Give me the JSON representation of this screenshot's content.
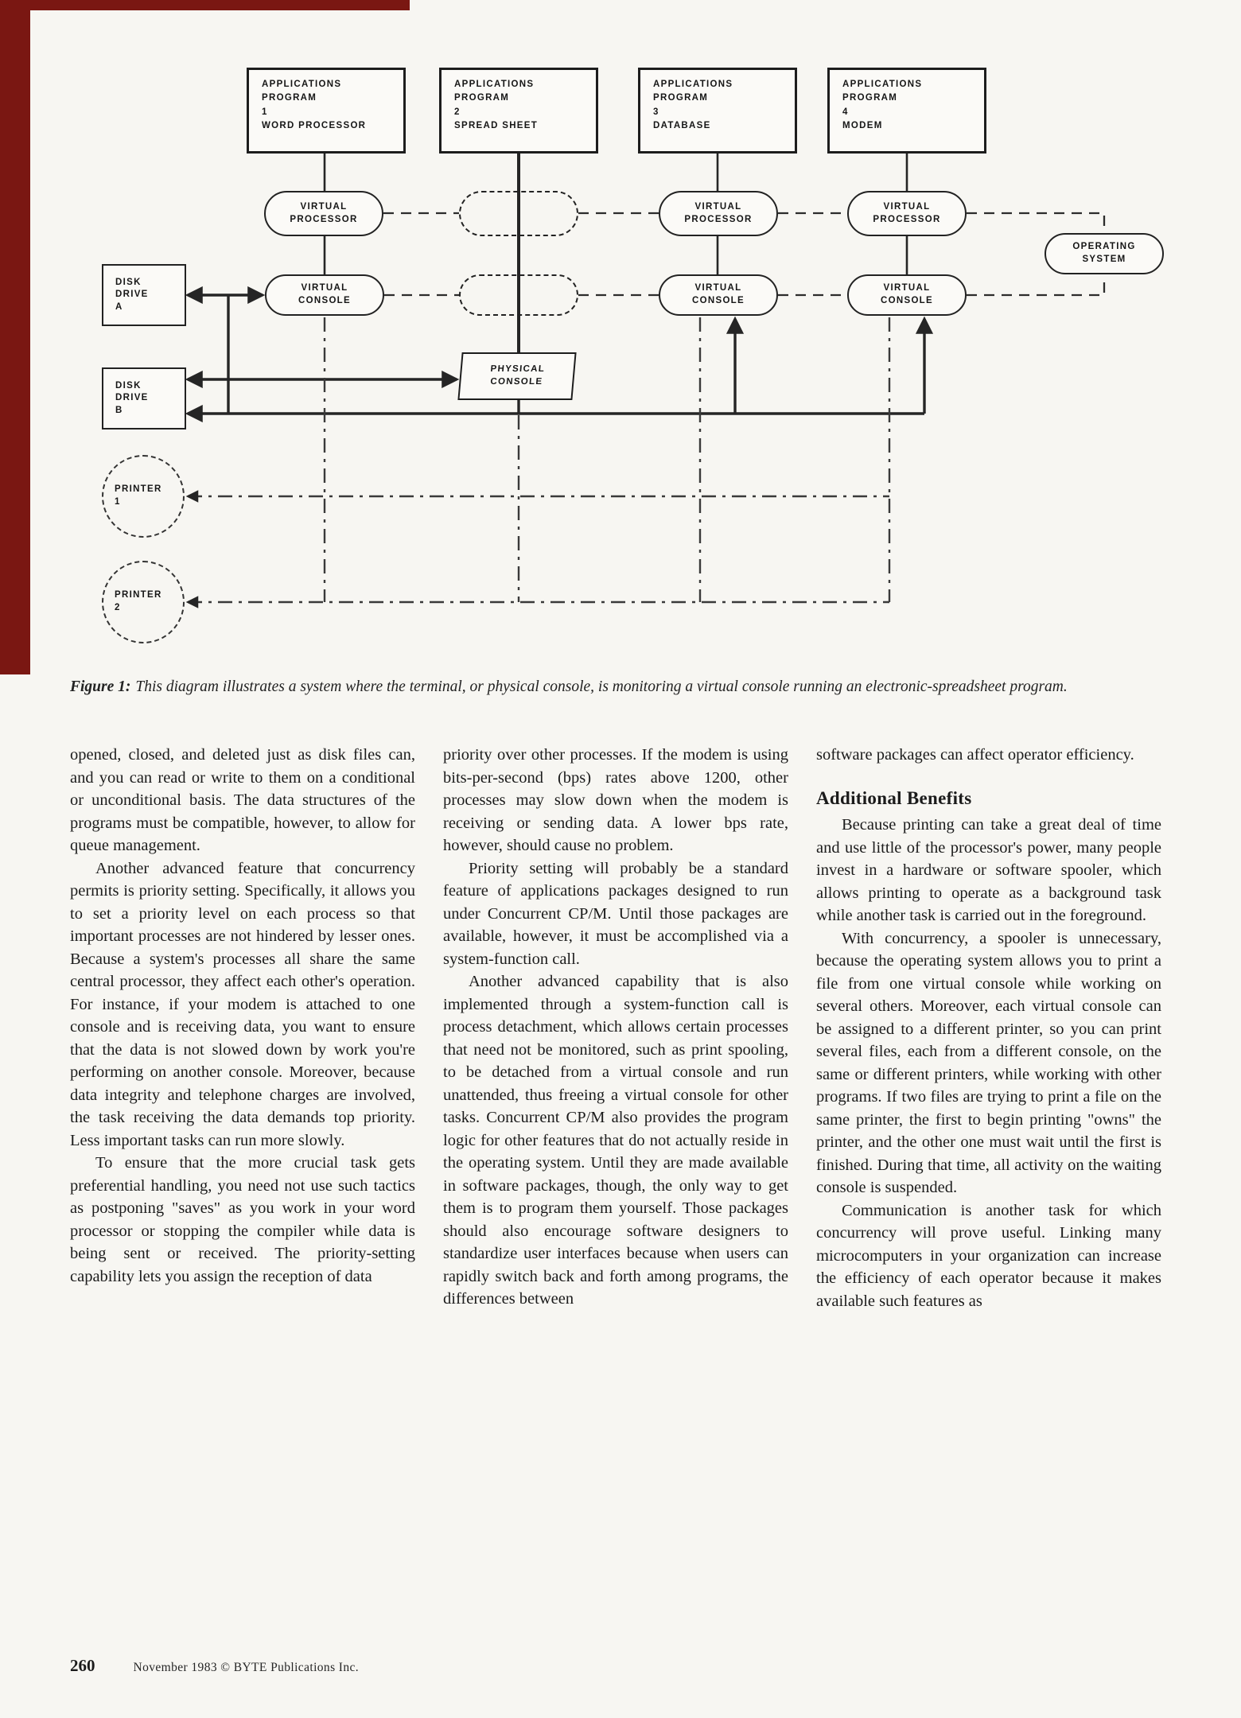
{
  "colors": {
    "edge_red": "#7a1712",
    "ink": "#252525",
    "paper": "#f7f6f2"
  },
  "figure": {
    "caption_label": "Figure 1:",
    "caption_text": "This diagram illustrates a system where the terminal, or physical console, is monitoring a virtual console running an electronic-spreadsheet program.",
    "nodes": {
      "app1": "APPLICATIONS\nPROGRAM\n1\nWORD PROCESSOR",
      "app2": "APPLICATIONS\nPROGRAM\n2\nSPREAD SHEET",
      "app3": "APPLICATIONS\nPROGRAM\n3\nDATABASE",
      "app4": "APPLICATIONS\nPROGRAM\n4\nMODEM",
      "virtual_processor": "VIRTUAL\nPROCESSOR",
      "virtual_console": "VIRTUAL\nCONSOLE",
      "operating_system": "OPERATING\nSYSTEM",
      "physical_console": "PHYSICAL\nCONSOLE",
      "disk_a": "DISK\nDRIVE\nA",
      "disk_b": "DISK\nDRIVE\nB",
      "printer1": "PRINTER\n1",
      "printer2": "PRINTER\n2"
    }
  },
  "article": {
    "col1": {
      "paragraphs": [
        "opened, closed, and deleted just as disk files can, and you can read or write to them on a conditional or unconditional basis. The data structures of the programs must be compatible, however, to allow for queue management.",
        "Another advanced feature that concurrency permits is priority setting. Specifically, it allows you to set a priority level on each process so that important processes are not hindered by lesser ones. Because a system's processes all share the same central processor, they affect each other's operation. For instance, if your modem is attached to one console and is receiving data, you want to ensure that the data is not slowed down by work you're performing on another console. Moreover, because data integrity and telephone charges are involved, the task receiving the data demands top priority. Less important tasks can run more slowly.",
        "To ensure that the more crucial task gets preferential handling, you need not use such tactics as postponing \"saves\" as you work in your word processor or stopping the compiler while data is being sent or received. The priority-setting capability lets you assign the reception of data"
      ]
    },
    "col2": {
      "paragraphs": [
        "priority over other processes. If the modem is using bits-per-second (bps) rates above 1200, other processes may slow down when the modem is receiving or sending data. A lower bps rate, however, should cause no problem.",
        "Priority setting will probably be a standard feature of applications packages designed to run under Concurrent CP/M. Until those packages are available, however, it must be accomplished via a system-function call.",
        "Another advanced capability that is also implemented through a system-function call is process detachment, which allows certain processes that need not be monitored, such as print spooling, to be detached from a virtual console and run unattended, thus freeing a virtual console for other tasks. Concurrent CP/M also provides the program logic for other features that do not actually reside in the operating system. Until they are made available in software packages, though, the only way to get them is to program them yourself. Those packages should also encourage software designers to standardize user interfaces because when users can rapidly switch back and forth among programs, the differences between"
      ]
    },
    "col3": {
      "intro": "software packages can affect operator efficiency.",
      "heading": "Additional Benefits",
      "paragraphs": [
        "Because printing can take a great deal of time and use little of the processor's power, many people invest in a hardware or software spooler, which allows printing to operate as a background task while another task is carried out in the foreground.",
        "With concurrency, a spooler is unnecessary, because the operating system allows you to print a file from one virtual console while working on several others. Moreover, each virtual console can be assigned to a different printer, so you can print several files, each from a different console, on the same or different printers, while working with other programs. If two files are trying to print a file on the same printer, the first to begin printing \"owns\" the printer, and the other one must wait until the first is finished. During that time, all activity on the waiting console is suspended.",
        "Communication is another task for which concurrency will prove useful. Linking many microcomputers in your organization can increase the efficiency of each operator because it makes available such features as"
      ]
    }
  },
  "footer": {
    "page_number": "260",
    "text": "November 1983 © BYTE Publications Inc."
  }
}
